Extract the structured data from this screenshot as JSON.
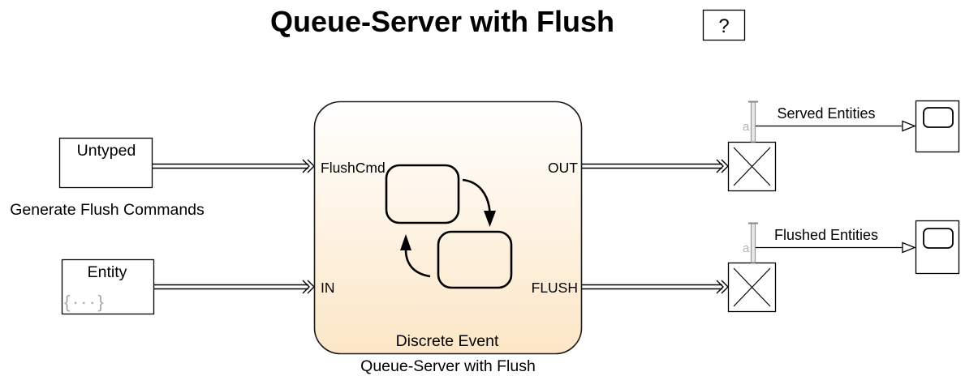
{
  "model": {
    "title": "Queue-Server with Flush",
    "help_button": "?"
  },
  "blocks": {
    "flush_source": {
      "icon_text": "Untyped",
      "name": "Generate Flush Commands"
    },
    "entity_source": {
      "icon_text": "Entity",
      "icon_glyph": "{···}"
    },
    "queue_server": {
      "name": "Queue-Server with Flush",
      "icon_subtitle": "Discrete Event",
      "icon": "stateflow-chart-icon",
      "ports": {
        "flush_cmd": "FlushCmd",
        "in": "IN",
        "out": "OUT",
        "flush": "FLUSH"
      }
    },
    "served_terminator": {
      "icon": "entity-terminator-icon",
      "port_label": "a"
    },
    "flushed_terminator": {
      "icon": "entity-terminator-icon",
      "port_label": "a"
    },
    "served_scope": {
      "icon": "scope-icon"
    },
    "flushed_scope": {
      "icon": "scope-icon"
    }
  },
  "signals": {
    "served": "Served Entities",
    "flushed": "Flushed Entities"
  },
  "colors": {
    "canvas": "#ffffff",
    "block_stroke": "#000000",
    "subsystem_gradient_top": "#ffffff",
    "subsystem_gradient_bottom": "#fce6c6",
    "muted_text": "#a8a8a8",
    "port_label": "#b3b3b3"
  }
}
